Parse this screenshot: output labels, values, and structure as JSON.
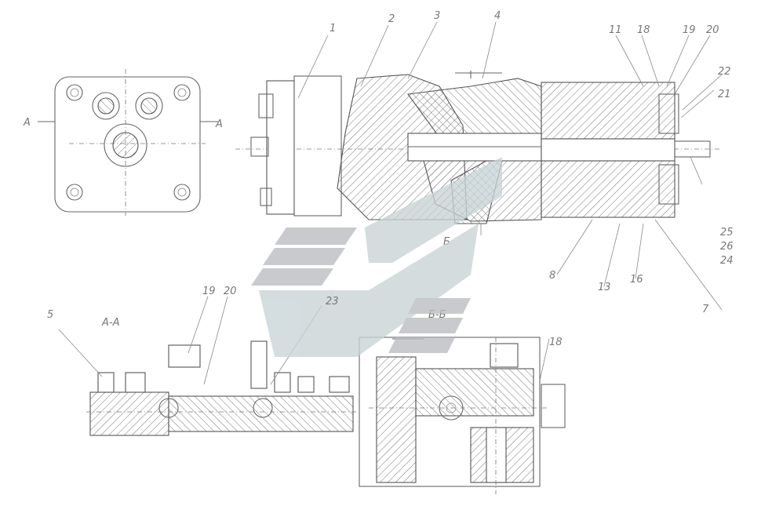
{
  "callouts": {
    "c1": "1",
    "c2": "2",
    "c3": "3",
    "c4": "4",
    "c5": "5",
    "c7": "7",
    "c8": "8",
    "c11": "11",
    "c13": "13",
    "c16": "16",
    "c18": "18",
    "c19": "19",
    "c20": "20",
    "c21": "21",
    "c22": "22",
    "c23": "23",
    "c24": "24",
    "c25": "25",
    "c26": "26",
    "c19b": "19",
    "c20b": "20"
  },
  "section_labels": {
    "aa_left": "A",
    "aa_right": "A",
    "aa_view": "A-A",
    "bb_view": "Б-Б",
    "b_mark": "Б"
  },
  "colors": {
    "line": "#666666",
    "watermark_gray": "#b9bcbf",
    "watermark_teal": "#c8d3d6"
  }
}
